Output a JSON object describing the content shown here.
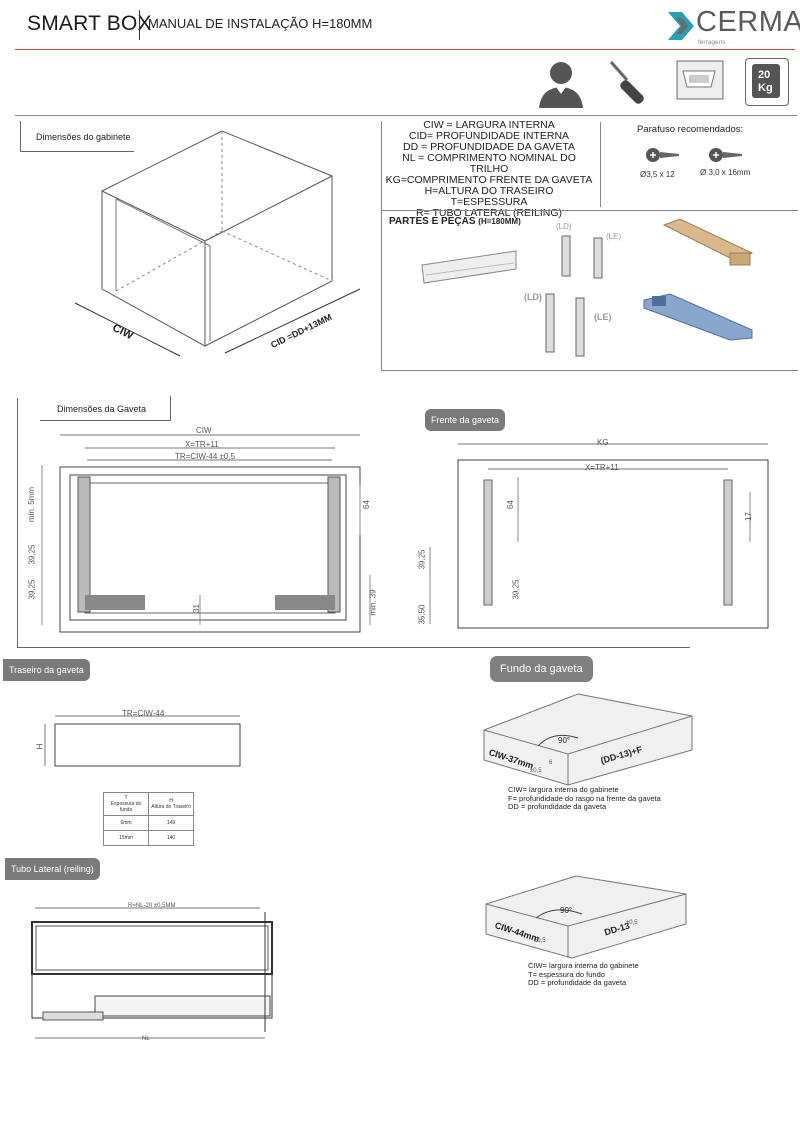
{
  "header": {
    "product": "SMART BOX",
    "subtitle": "MANUAL DE INSTALAÇÃO H=180MM",
    "brand": "CERMAG",
    "brand_sub": "ferragens"
  },
  "weight_badge": {
    "value": "20",
    "unit": "Kg"
  },
  "cabinet": {
    "label": "Dimensões do gabinete",
    "ciw": "CIW",
    "cid": "CID =DD+13MM"
  },
  "specs": [
    "CIW = LARGURA INTERNA",
    "CID= PROFUNDIDADE INTERNA",
    "DD = PROFUNDIDADE DA GAVETA",
    "NL = COMPRIMENTO NOMINAL DO TRILHO",
    "KG=COMPRIMENTO FRENTE DA GAVETA",
    "H=ALTURA DO TRASEIRO",
    "T=ESPESSURA",
    "R= TUBO LATERAL (REILING)"
  ],
  "screws": {
    "title": "Parafuso recomendados:",
    "items": [
      "Ø3,5 x 12",
      "Ø 3,0 x 16mm"
    ]
  },
  "parts": {
    "title": "PARTES E PEÇAS",
    "title_suffix": "(H=180MM)",
    "ld_small": "(LD)",
    "le_small": "(LE)",
    "ld": "(LD)",
    "le": "(LE)"
  },
  "drawer_dims": {
    "label": "Dimensões da Gaveta",
    "ciw": "CIW",
    "x": "X=TR+11",
    "tr": "TR=CIW-44 ±0,5",
    "min5": "min. 5mm",
    "d6425": "39,25",
    "d3925": "39,25",
    "d64": "64",
    "d31": "31",
    "min39": "min. 39"
  },
  "front": {
    "label": "Frente da gaveta",
    "kg": "KG",
    "x": "X=TR+11",
    "d64": "64",
    "d17": "17",
    "d3925a": "39,25",
    "d3925b": "39,25",
    "d3550": "35,50"
  },
  "back": {
    "label": "Traseiro da gaveta",
    "tr": "TR=CIW-44",
    "h": "H",
    "table_head": [
      [
        "T",
        "Espessura do fundo"
      ],
      [
        "H",
        "Altura do Traseiro"
      ]
    ],
    "table_rows": [
      [
        "6mm",
        "149"
      ],
      [
        "15mm",
        "140"
      ]
    ]
  },
  "bottom": {
    "label": "Fundo da gaveta",
    "angle1": "90°",
    "ciw1": "CIW-37mm",
    "tol1": "±0,5",
    "f": "6",
    "dd1": "(DD-13)+F",
    "notes1": [
      "CIW= largura interna do gabinete",
      "F= profundidade do rasgo na frente da gaveta",
      "DD = profundidade da gaveta"
    ],
    "angle2": "90°",
    "ciw2": "CIW-44mm",
    "tol2": "±0,5",
    "dd2": "DD-13",
    "tol3": "±0,5",
    "notes2": [
      "CIW= largura interna do gabinete",
      "T= espessura do fundo",
      "DD = profundidade da gaveta"
    ]
  },
  "reiling": {
    "label": "Tubo Lateral (reiling)",
    "r": "R=NL-20 ±0,5MM",
    "nl": "NL"
  }
}
